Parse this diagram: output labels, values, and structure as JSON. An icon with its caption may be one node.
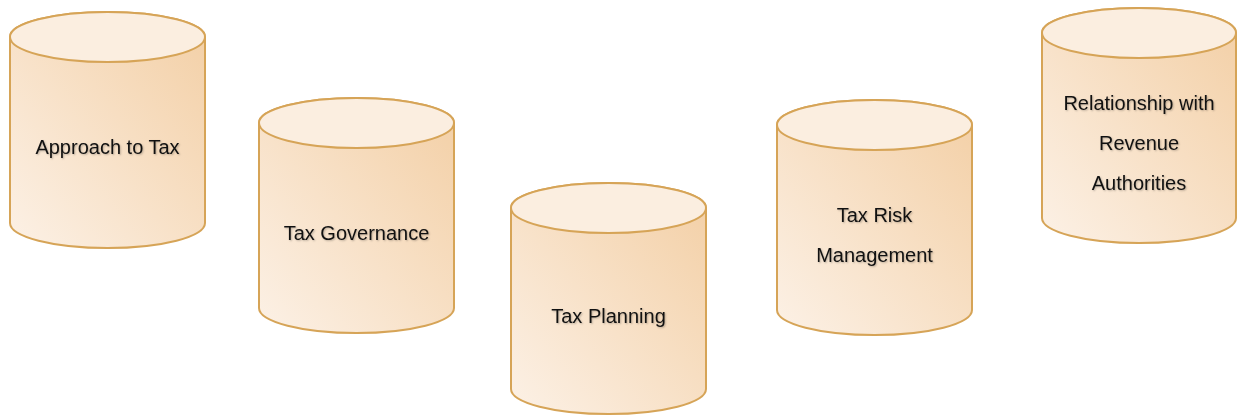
{
  "diagram": {
    "nodes": [
      {
        "text": [
          "Approach to Tax"
        ]
      },
      {
        "text": [
          "Tax Governance"
        ]
      },
      {
        "text": [
          "Tax Planning"
        ]
      },
      {
        "text": [
          "Tax Risk Management"
        ]
      },
      {
        "text": [
          "Relationship with Revenue Authorities"
        ]
      }
    ]
  }
}
